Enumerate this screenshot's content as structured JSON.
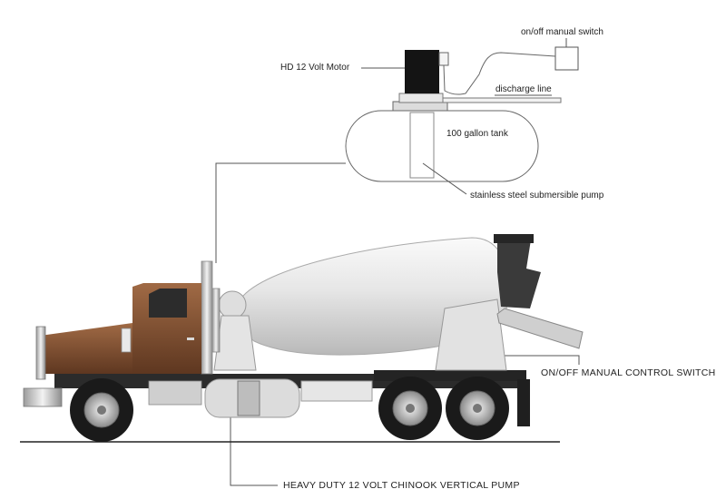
{
  "labels": {
    "manual_switch": "on/off manual switch",
    "motor": "HD 12 Volt Motor",
    "discharge_line": "discharge line",
    "tank": "100 gallon tank",
    "submersible_pump": "stainless steel submersible pump",
    "control_switch": "ON/OFF MANUAL CONTROL SWITCH",
    "vertical_pump": "HEAVY DUTY 12 VOLT CHINOOK VERTICAL PUMP"
  },
  "colors": {
    "cab": "#7a4a2c",
    "cab_light": "#9a6440",
    "chassis": "#2b2b2b",
    "drum": "#eeeeee",
    "chrome": "#c9c9c9",
    "line": "#555555"
  }
}
